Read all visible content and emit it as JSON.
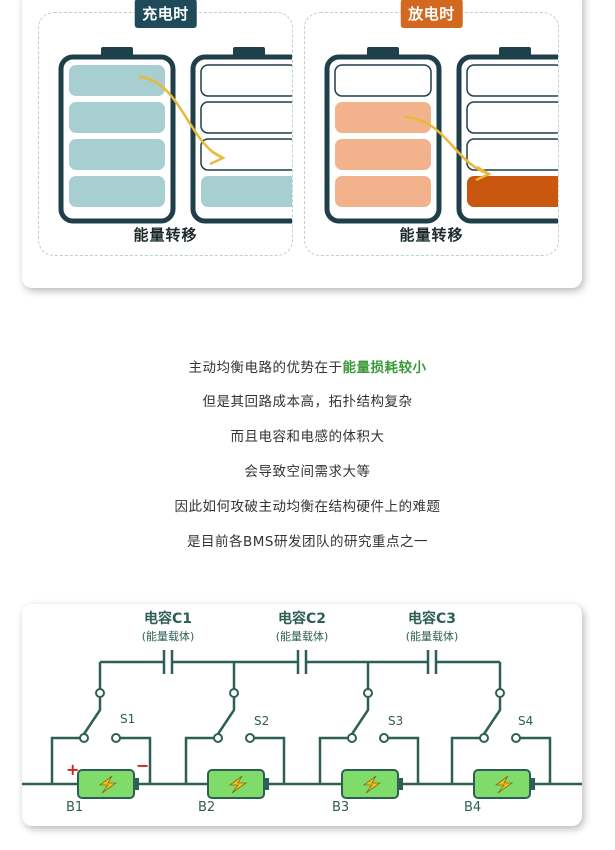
{
  "top_figure": {
    "charge": {
      "tag": "充电时",
      "caption": "能量转移"
    },
    "discharge": {
      "tag": "放电时",
      "caption": "能量转移"
    },
    "colors": {
      "charge_tag_bg": "#1e4a5a",
      "discharge_tag_bg": "#d2691e",
      "battery_outline": "#1f3f4a",
      "charge_cell": "#a7cfd1",
      "discharge_cell": "#f2b38c",
      "discharge_cell_dark": "#c9570f",
      "arrow": "#e8b93a"
    }
  },
  "text_lines": [
    {
      "before": "主动均衡电路的优势在于",
      "highlight": "能量损耗较小"
    },
    {
      "before": "但是其回路成本高，拓扑结构复杂",
      "highlight": ""
    },
    {
      "before": "而且电容和电感的体积大",
      "highlight": ""
    },
    {
      "before": "会导致空间需求大等",
      "highlight": ""
    },
    {
      "before": "因此如何攻破主动均衡在结构硬件上的难题",
      "highlight": ""
    },
    {
      "before": "是目前各BMS研发团队的研究重点之一",
      "highlight": ""
    }
  ],
  "circuit": {
    "capacitors": [
      {
        "name": "电容C1",
        "sub": "(能量载体)"
      },
      {
        "name": "电容C2",
        "sub": "(能量载体)"
      },
      {
        "name": "电容C3",
        "sub": "(能量载体)"
      }
    ],
    "switches": [
      "S1",
      "S2",
      "S3",
      "S4"
    ],
    "batteries": [
      "B1",
      "B2",
      "B3",
      "B4"
    ],
    "plus": "+",
    "minus": "−",
    "colors": {
      "wire": "#2e5f55",
      "label": "#2e5f55",
      "battery_fill": "#7fdc6a",
      "bolt": "#f0c020",
      "terminal": "#cc2222"
    }
  }
}
